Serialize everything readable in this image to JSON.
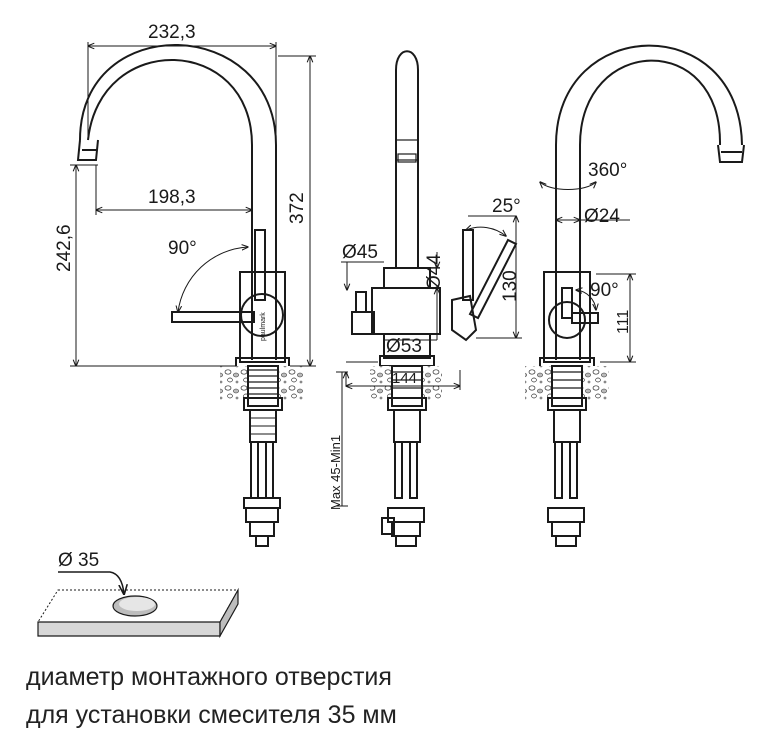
{
  "dimensions": {
    "spout_reach": "232,3",
    "total_height": "372",
    "spout_height": "242,6",
    "outlet_reach": "198,3",
    "lever_angle_front": "90°",
    "base_diameter": "Ø45",
    "body_diameter": "Ø44",
    "lever_tilt": "25°",
    "lever_height": "130",
    "flange_diameter": "Ø53",
    "gasket_width": "144",
    "countertop_thickness": "Max 45-Min1",
    "rotation": "360°",
    "spout_diameter": "Ø24",
    "lever_angle_side": "90°",
    "body_height": "111",
    "hole_diameter": "Ø 35"
  },
  "brand_label": "paulmark",
  "caption": {
    "line1": "диаметр монтажного отверстия",
    "line2": "для установки смесителя 35 мм"
  }
}
